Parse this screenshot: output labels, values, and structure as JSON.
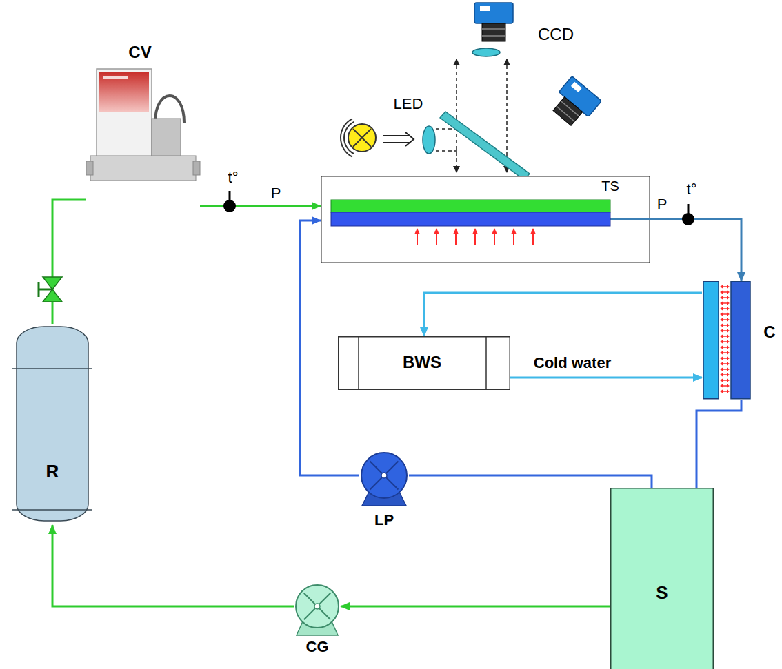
{
  "diagram": {
    "nodes": [
      {
        "text": [
          "CCD"
        ]
      },
      {
        "text": [
          "LED"
        ]
      },
      {
        "text": [
          "CV"
        ]
      },
      {
        "text": [
          "TS"
        ]
      },
      {
        "text": [
          "C"
        ]
      },
      {
        "text": [
          "BWS"
        ]
      },
      {
        "text": [
          "R"
        ]
      },
      {
        "text": [
          "LP"
        ]
      },
      {
        "text": [
          "S"
        ]
      },
      {
        "text": [
          "CG"
        ]
      }
    ],
    "edges": [
      {
        "from": 6,
        "to": 2,
        "arrow": "none"
      },
      {
        "from": 2,
        "to": 3,
        "label": "P",
        "arrow": "to"
      },
      {
        "from": 3,
        "to": 4,
        "label": "P",
        "arrow": "to"
      },
      {
        "from": 4,
        "to": 5,
        "arrow": "to"
      },
      {
        "from": 5,
        "to": 4,
        "label": "Cold water",
        "arrow": "to"
      },
      {
        "from": 4,
        "to": 8,
        "arrow": "none"
      },
      {
        "from": 8,
        "to": 7,
        "arrow": "none"
      },
      {
        "from": 7,
        "to": 3,
        "arrow": "to"
      },
      {
        "from": 8,
        "to": 9,
        "arrow": "to"
      },
      {
        "from": 9,
        "to": 6,
        "arrow": "to"
      }
    ],
    "labels": [
      "t°",
      "t°"
    ]
  }
}
